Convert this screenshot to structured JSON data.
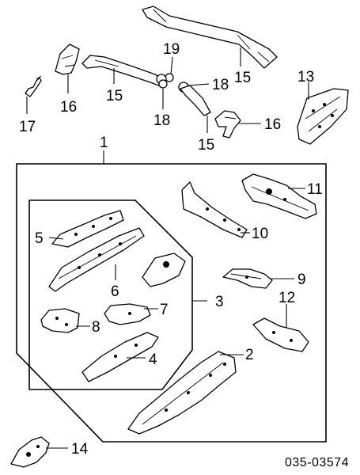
{
  "diagram": {
    "callouts": {
      "c1": "1",
      "c2": "2",
      "c3": "3",
      "c4": "4",
      "c5": "5",
      "c6": "6",
      "c7": "7",
      "c8": "8",
      "c9": "9",
      "c10": "10",
      "c11": "11",
      "c12": "12",
      "c13": "13",
      "c14": "14",
      "c15a": "15",
      "c15b": "15",
      "c15c": "15",
      "c16a": "16",
      "c16b": "16",
      "c17": "17",
      "c18a": "18",
      "c18b": "18",
      "c19": "19"
    },
    "part_code": "035-03574"
  }
}
